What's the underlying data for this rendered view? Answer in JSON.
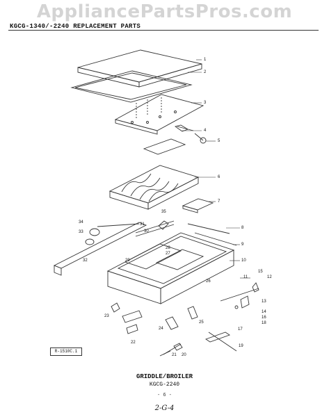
{
  "watermark": "AppliancePartsPros.com",
  "header": {
    "text": "KGCG-1340/-2240 REPLACEMENT PARTS"
  },
  "diagram": {
    "ref_code": "R-1510C.1",
    "callouts": [
      "1",
      "2",
      "3",
      "4",
      "5",
      "6",
      "7",
      "8",
      "9",
      "10",
      "11",
      "12",
      "13",
      "14",
      "15",
      "16",
      "17",
      "18",
      "19",
      "20",
      "21",
      "22",
      "23",
      "24",
      "25",
      "26",
      "27",
      "28",
      "29",
      "30",
      "31",
      "32",
      "33",
      "34",
      "35"
    ]
  },
  "caption": {
    "title": "GRIDDLE/BROILER",
    "model": "KGCG-2240"
  },
  "page_number": "- 6 -",
  "footer_code": "2-G-4"
}
